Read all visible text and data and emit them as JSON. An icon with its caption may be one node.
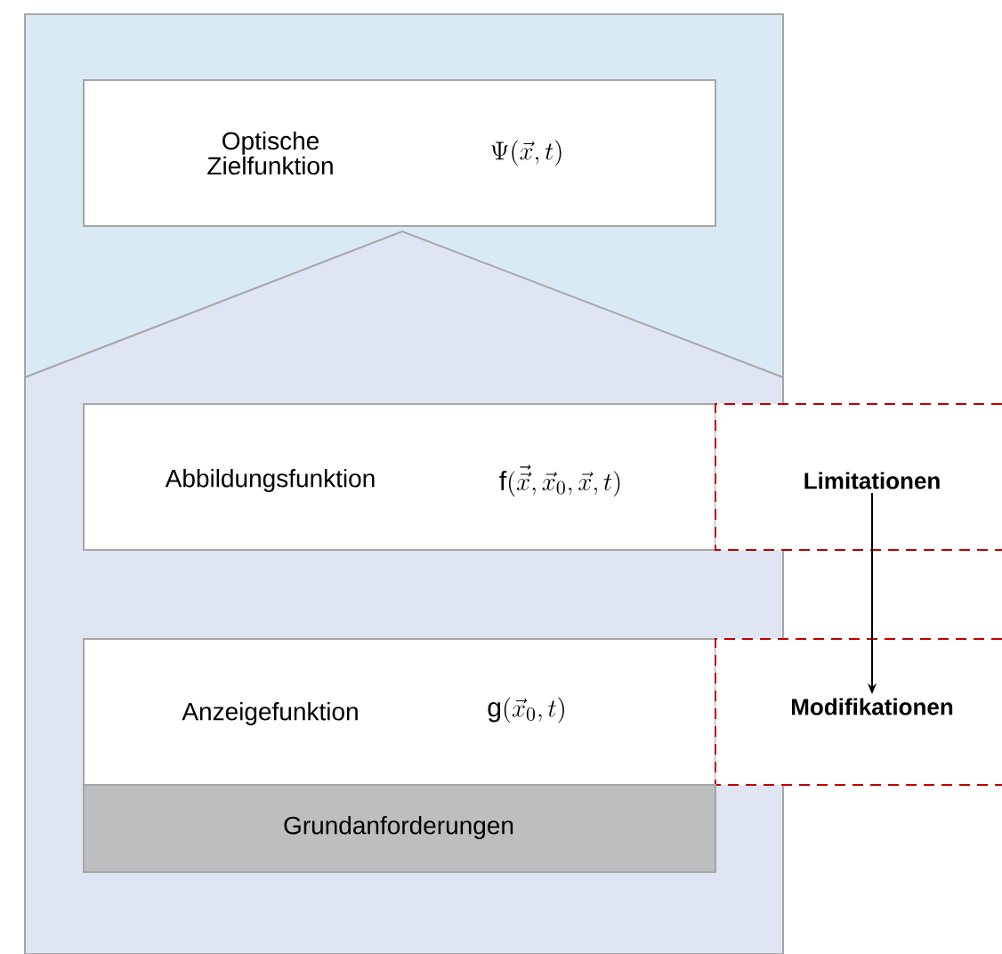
{
  "diagram": {
    "nodes": [
      {
        "text": [
          "Optische Zielfunktion",
          "\\Psi(\\vec{x},t)"
        ]
      },
      {
        "text": [
          "Abbildungsfunktion",
          "\\mathrm{f}(\\vec{\\vec{x}},\\vec{x}_0,\\vec{x},t)"
        ]
      },
      {
        "text": [
          "Limitationen"
        ]
      },
      {
        "text": [
          "Anzeigefunktion",
          "\\mathrm{g}(\\vec{x}_0,t)"
        ]
      },
      {
        "text": [
          "Modifikationen"
        ]
      },
      {
        "text": [
          "Grundanforderungen"
        ]
      }
    ],
    "edges": [
      {
        "from": 2,
        "to": 4,
        "arrow": "to"
      }
    ]
  }
}
